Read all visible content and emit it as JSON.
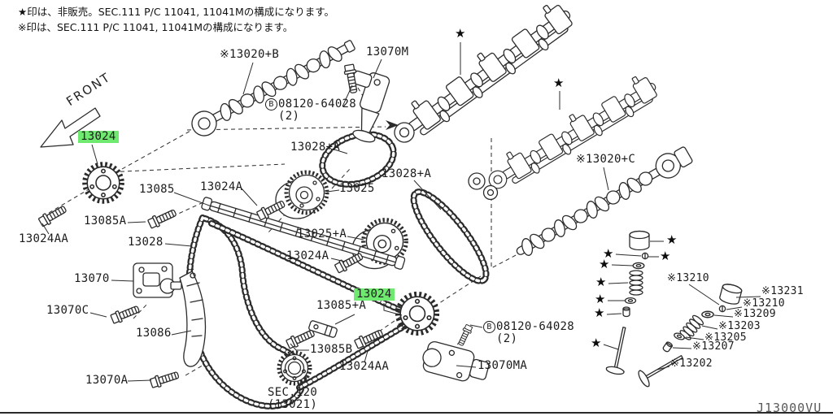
{
  "meta": {
    "diagram_code": "J13000VU"
  },
  "colors": {
    "highlight": "#70e970",
    "line": "#2b2b2b"
  },
  "symbols": {
    "star": "★"
  },
  "notes": {
    "line1": "★印は、非販売。SEC.111 P/C 11041, 11041Mの構成になります。",
    "line2": "※印は、SEC.111 P/C 11041, 11041Mの構成になります。"
  },
  "front": {
    "label": "FRONT"
  },
  "parts": {
    "p13020B": "※13020+B",
    "p13070M": "13070M",
    "bolt08120_top": {
      "prefix": "B",
      "number": "08120-64028",
      "qty": "(2)"
    },
    "p13024_left": "13024",
    "p13028A_1": "13028+A",
    "p13028A_2": "13028+A",
    "p13085": "13085",
    "p13024A_1": "13024A",
    "p13025": "13025",
    "p13020C": "※13020+C",
    "p13085A": "13085A",
    "p13024AA_1": "13024AA",
    "p13028": "13028",
    "p13025A": "13025+A",
    "p13024A_2": "13024A",
    "p13070": "13070",
    "p13070C": "13070C",
    "p13086": "13086",
    "p13085pA": "13085+A",
    "p13024_right": "13024",
    "p13085B": "13085B",
    "p13024AA_2": "13024AA",
    "p13070A": "13070A",
    "sec120": {
      "line1": "SEC.120",
      "line2": "(13021)"
    },
    "bolt08120_bottom": {
      "prefix": "B",
      "number": "08120-64028",
      "qty": "(2)"
    },
    "p13070MA": "13070MA",
    "p13210_a": "※13210",
    "p13231": "※13231",
    "p13210_b": "※13210",
    "p13209": "※13209",
    "p13203": "※13203",
    "p13205": "※13205",
    "p13207": "※13207",
    "p13202": "※13202"
  }
}
